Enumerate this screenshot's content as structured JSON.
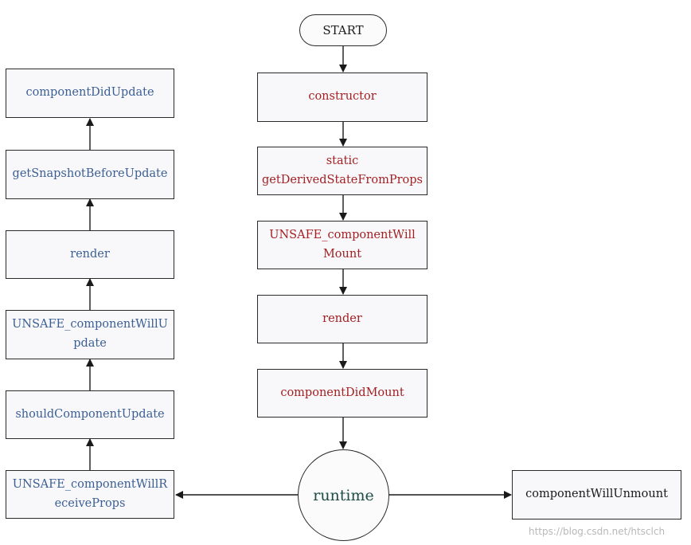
{
  "start": "START",
  "mount": [
    [
      "constructor"
    ],
    [
      "static",
      "getDerivedStateFromProps"
    ],
    [
      "UNSAFE_componentWill",
      "Mount"
    ],
    [
      "render"
    ],
    [
      "componentDidMount"
    ]
  ],
  "update": [
    [
      "componentDidUpdate"
    ],
    [
      "getSnapshotBeforeUpdate"
    ],
    [
      "render"
    ],
    [
      "UNSAFE_componentWillU",
      "pdate"
    ],
    [
      "shouldComponentUpdate"
    ],
    [
      "UNSAFE_componentWillR",
      "eceiveProps"
    ]
  ],
  "runtime": "runtime",
  "unmount": "componentWillUnmount",
  "watermark": "https://blog.csdn.net/htsclch",
  "colors": {
    "mount_text": "#a31f22",
    "update_text": "#3b5f95",
    "runtime_text": "#1d4d45",
    "border": "#2a2a2a"
  }
}
